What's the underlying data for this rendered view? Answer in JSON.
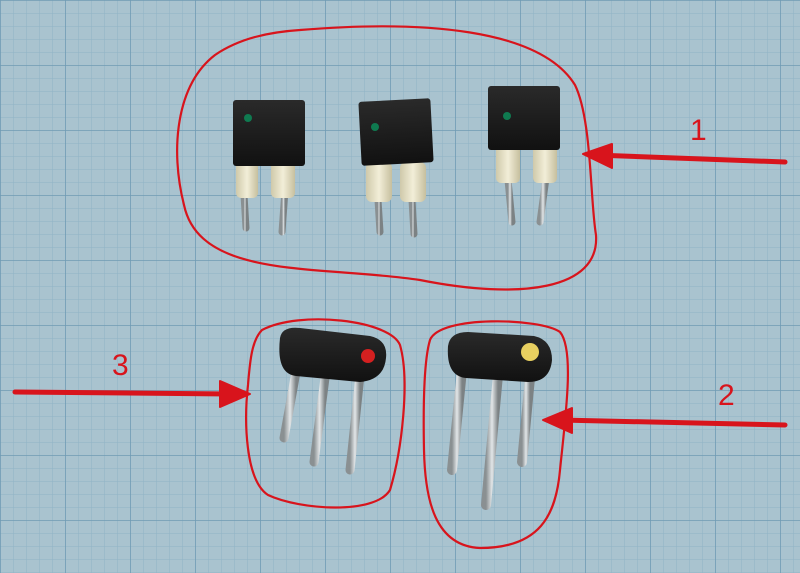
{
  "annotations": {
    "group_1": "1",
    "group_2": "2",
    "group_3": "3"
  },
  "colors": {
    "paper": "#a9c3cf",
    "grid_minor": "#8fb3c6",
    "grid_major": "#6f9bb4",
    "annotation_red": "#d8141c",
    "component_body": "#1b1b1b",
    "leg_sleeve": "#e6e1c8",
    "lead_metal": "#b9bec0",
    "led_green": "#0f7a50",
    "dot_red": "#d42020",
    "dot_yellow": "#e8d060"
  }
}
